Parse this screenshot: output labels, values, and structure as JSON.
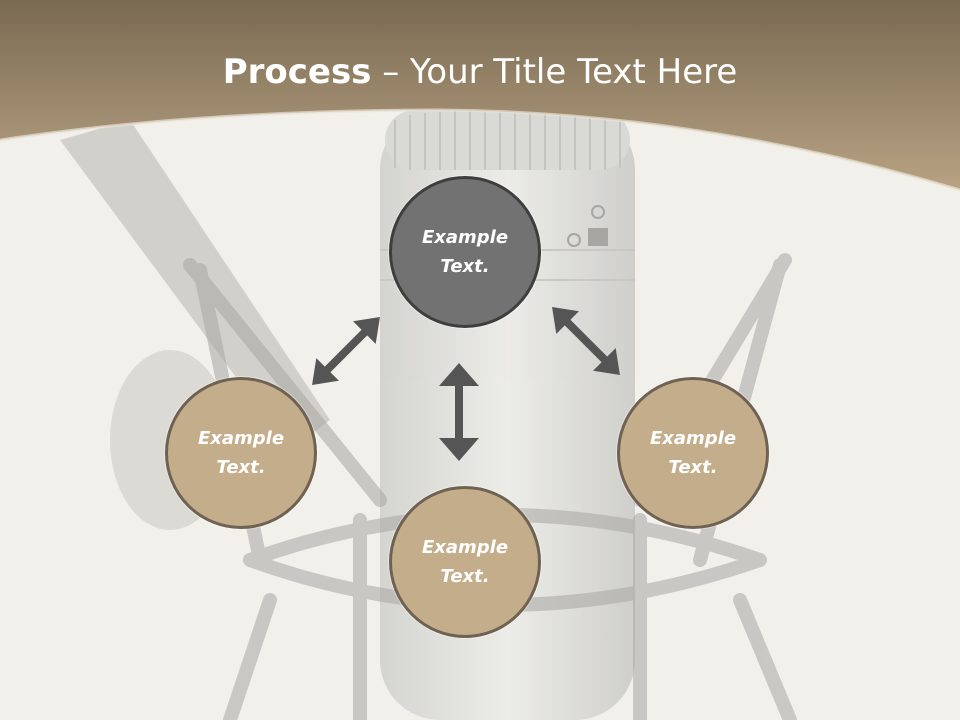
{
  "slide": {
    "title_bold": "Process",
    "title_rest": " – Your Title Text Here"
  },
  "nodes": {
    "top": "Example Text.",
    "left": "Example Text.",
    "bottom": "Example Text.",
    "right": "Example Text."
  },
  "colors": {
    "header_dark": "#7a6a52",
    "header_light": "#b49d7c",
    "circle_dark": "#727272",
    "circle_tan": "#c4ad8b",
    "arrow": "#555555"
  }
}
